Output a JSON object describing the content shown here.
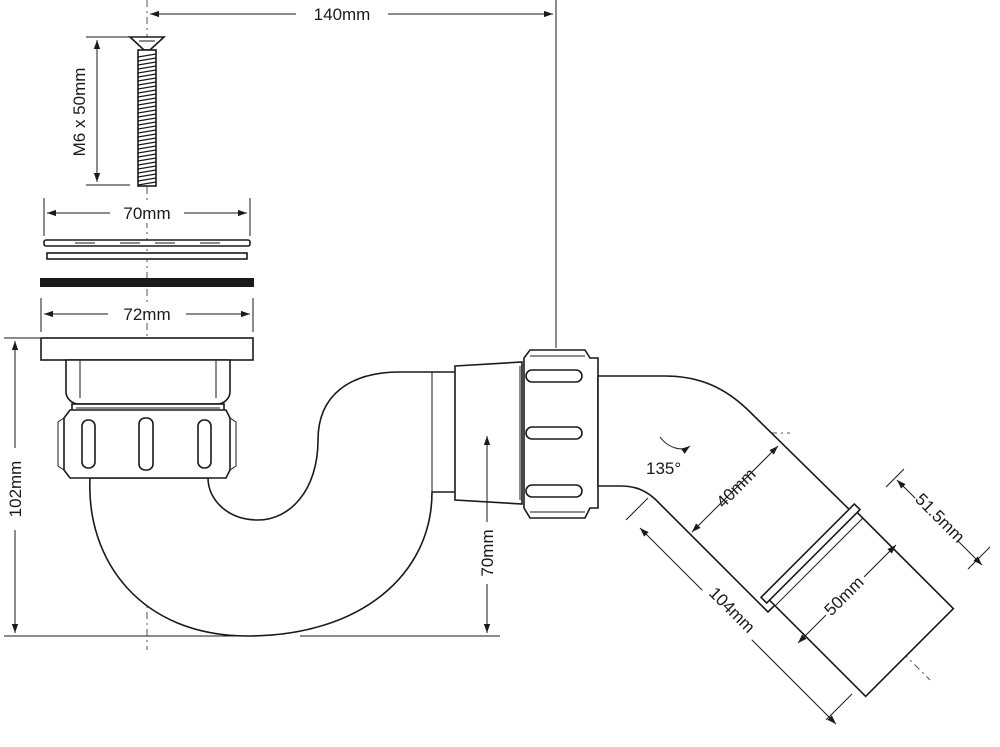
{
  "dimensions": {
    "screw": "M6 x 50mm",
    "plate_width": "70mm",
    "outlet_width": "72mm",
    "overall_width": "140mm",
    "overall_height": "102mm",
    "outlet_height": "70mm",
    "angle": "135°",
    "elbow_length": "40mm",
    "pipe_length": "104mm",
    "pipe_outer_diameter": "51.5mm",
    "pipe_inner_diameter": "50mm"
  },
  "colors": {
    "line": "#1a1a1a",
    "fill": "#ffffff"
  }
}
